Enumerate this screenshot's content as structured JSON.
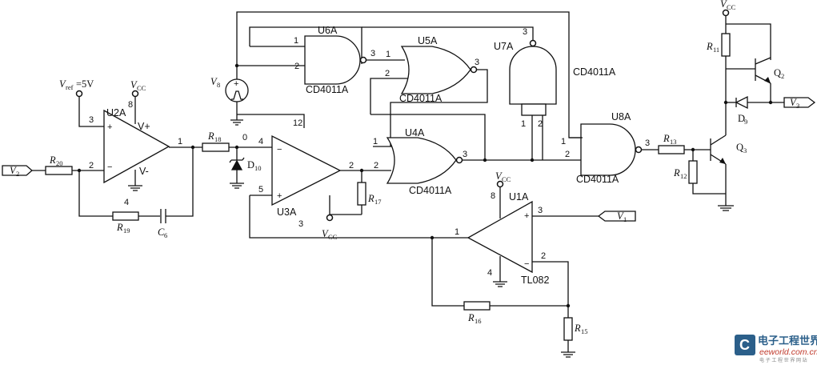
{
  "labels": {
    "vref_sym": "V",
    "vref_sub": "ref",
    "vref_val": "=5V",
    "v2": "V",
    "v2_sub": "2",
    "v1": "V",
    "v1_sub": "1",
    "v3": "V",
    "v3_sub": "3",
    "v8": "V",
    "v8_sub": "8",
    "vcc_main": "V",
    "vcc_sub": "CC"
  },
  "parts": {
    "u2a": "U2A",
    "u3a": "U3A",
    "u1a": "U1A",
    "tl082": "TL082",
    "u6a": "U6A",
    "u5a": "U5A",
    "u7a": "U7A",
    "u4a": "U4A",
    "u8a": "U8A",
    "cd4011": "CD4011A",
    "r20": "R",
    "r20_sub": "20",
    "r18": "R",
    "r18_sub": "18",
    "r19": "R",
    "r19_sub": "19",
    "c6": "C",
    "c6_sub": "6",
    "r17": "R",
    "r17_sub": "17",
    "r16": "R",
    "r16_sub": "16",
    "r15": "R",
    "r15_sub": "15",
    "r13": "R",
    "r13_sub": "13",
    "r12": "R",
    "r12_sub": "12",
    "r11": "R",
    "r11_sub": "11",
    "d10": "D",
    "d10_sub": "10",
    "d9": "D",
    "d9_sub": "9",
    "q2": "Q",
    "q2_sub": "2",
    "q3": "Q",
    "q3_sub": "3",
    "vplus": "V+",
    "vminus": "V-"
  },
  "pins": {
    "p0": "0",
    "p1": "1",
    "p2": "2",
    "p3": "3",
    "p4": "4",
    "p5": "5",
    "p8": "8",
    "p12": "12"
  },
  "watermark": {
    "brand": "电子工程世界",
    "url": "eeworld.com.cn",
    "tagline": "电 子 工 程 世 界 网 站"
  }
}
